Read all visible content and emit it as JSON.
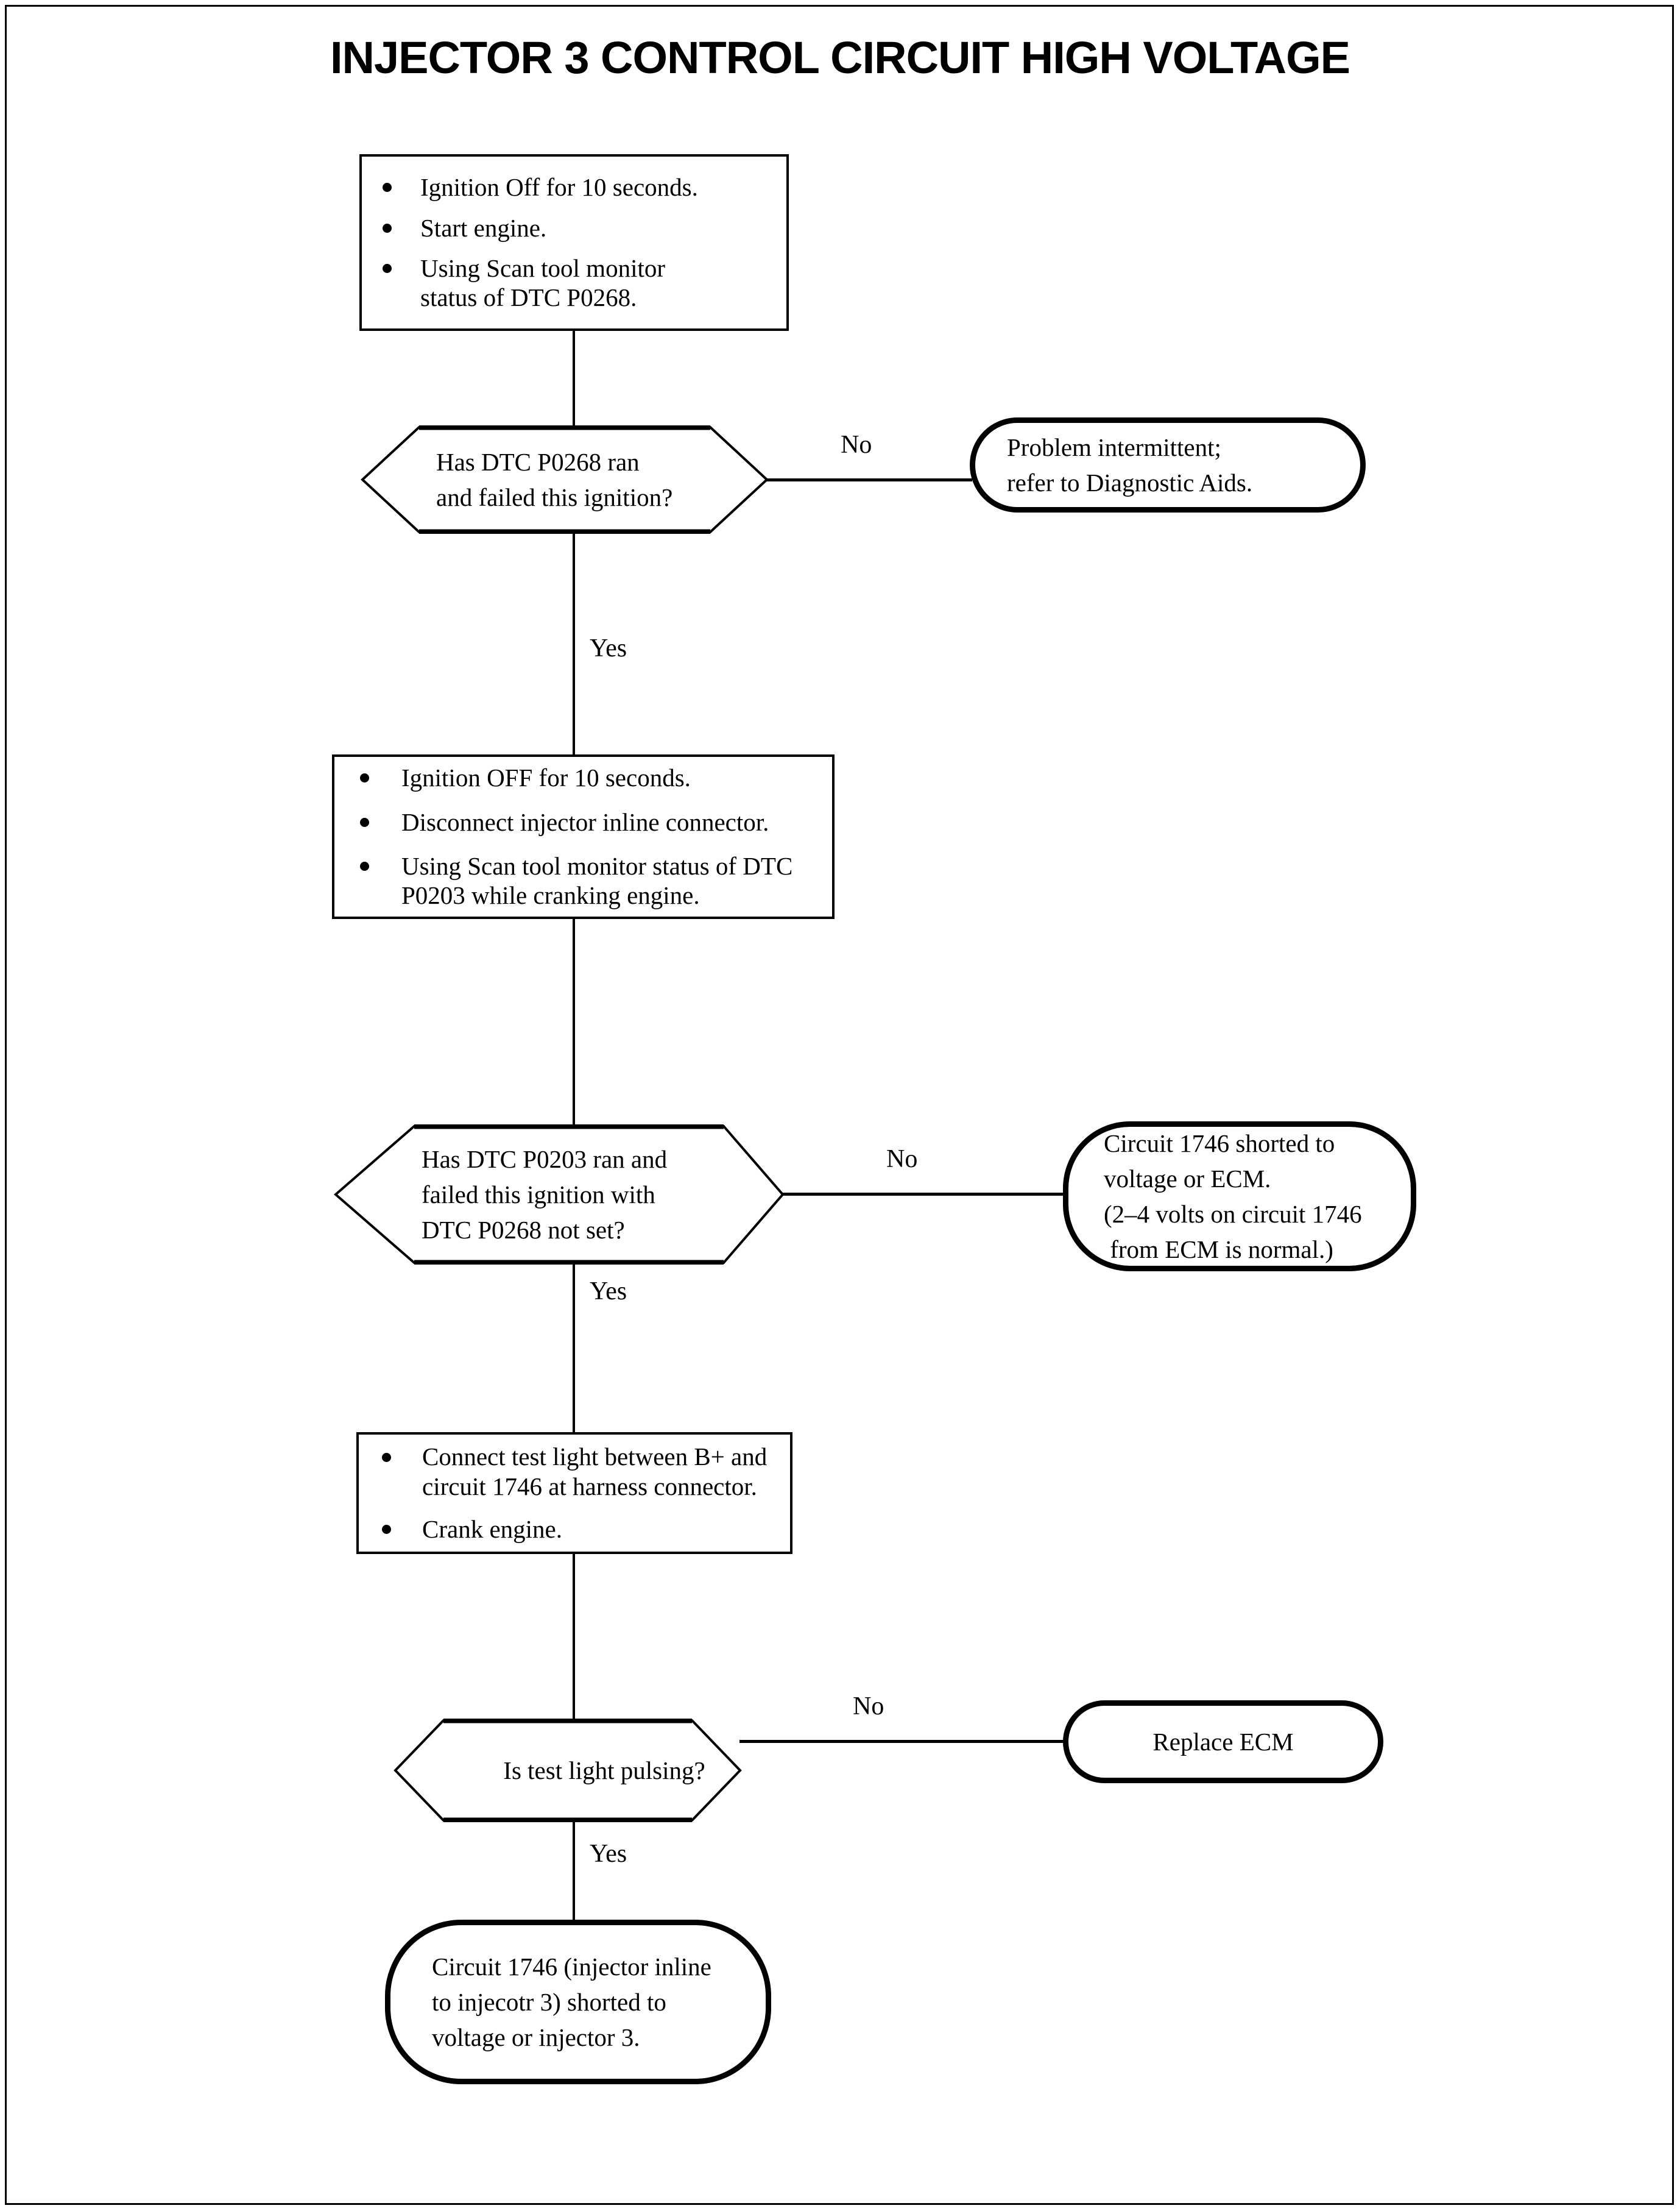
{
  "document": {
    "title": "INJECTOR 3 CONTROL CIRCUIT HIGH VOLTAGE"
  },
  "flow": {
    "step1": {
      "type": "process",
      "items": [
        "Ignition Off for 10 seconds.",
        "Start engine.",
        "Using Scan tool monitor\nstatus of DTC P0268."
      ],
      "item1": "Ignition Off for 10 seconds.",
      "item2": "Start engine.",
      "item3_line1": "Using Scan tool monitor",
      "item3_line2": "status of DTC P0268."
    },
    "decision1": {
      "type": "decision",
      "line1": "Has DTC P0268 ran",
      "line2": "and failed this ignition?",
      "yes_label": "Yes",
      "no_label": "No"
    },
    "terminator1": {
      "type": "terminator",
      "line1": "Problem intermittent;",
      "line2": "refer to Diagnostic Aids."
    },
    "step2": {
      "type": "process",
      "item1": "Ignition OFF for 10 seconds.",
      "item2": "Disconnect injector inline connector.",
      "item3_line1": "Using Scan tool monitor status of DTC",
      "item3_line2": "P0203 while cranking engine."
    },
    "decision2": {
      "type": "decision",
      "line1": "Has DTC P0203 ran and",
      "line2": "failed this ignition with",
      "line3": "DTC P0268 not set?",
      "yes_label": "Yes",
      "no_label": "No"
    },
    "terminator2": {
      "type": "terminator",
      "line1": "Circuit 1746 shorted to",
      "line2": "voltage or ECM.",
      "line3": "(2–4 volts on circuit 1746",
      "line4": " from ECM is normal.)"
    },
    "step3": {
      "type": "process",
      "item1_line1": "Connect test light between B+ and",
      "item1_line2": "circuit 1746 at harness connector.",
      "item2": "Crank engine."
    },
    "decision3": {
      "type": "decision",
      "line1": "Is test light pulsing?",
      "yes_label": "Yes",
      "no_label": "No"
    },
    "terminator3": {
      "type": "terminator",
      "line1": "Replace ECM"
    },
    "terminator4": {
      "type": "terminator",
      "line1": "Circuit 1746 (injector inline",
      "line2": "to injecotr 3) shorted to",
      "line3": "voltage or injector 3."
    }
  },
  "colors": {
    "ink": "#000000",
    "paper": "#ffffff"
  }
}
